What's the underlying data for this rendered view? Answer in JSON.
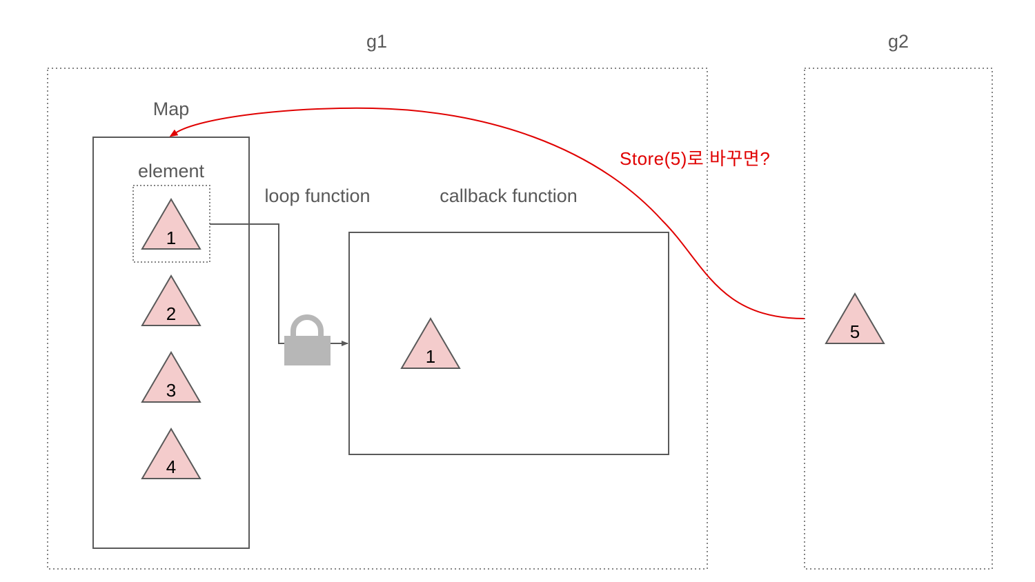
{
  "groups": {
    "g1": {
      "title": "g1"
    },
    "g2": {
      "title": "g2"
    }
  },
  "map": {
    "title": "Map",
    "element_label": "element",
    "items": [
      "1",
      "2",
      "3",
      "4"
    ]
  },
  "loop_function": {
    "label": "loop function"
  },
  "callback_function": {
    "label": "callback function",
    "item": "1"
  },
  "g2_item": "5",
  "annotation": {
    "text": "Store(5)로 바꾸면?"
  },
  "icons": {
    "lock": "lock-icon"
  },
  "colors": {
    "triangle_fill": "#f4cccc",
    "triangle_stroke": "#595959",
    "lock": "#b7b7b7",
    "annotation": "#e00000",
    "text": "#595959"
  }
}
